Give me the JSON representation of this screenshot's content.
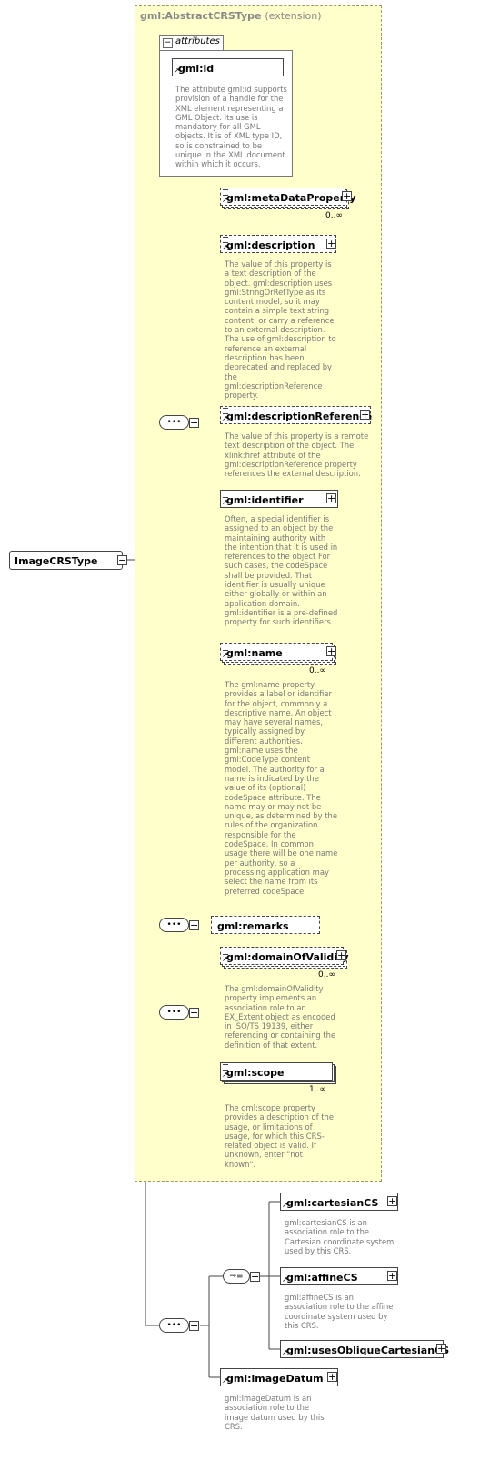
{
  "root": {
    "label": "ImageCRSType"
  },
  "extension": {
    "base": "gml:AbstractCRSType",
    "kind": "(extension)",
    "attributes_tab": "attributes",
    "attribute": {
      "name": "gml:id",
      "doc": "The attribute gml:id supports provision of a handle for the XML element representing a GML Object. Its use is mandatory for all GML objects. It is of XML type ID, so is constrained to be unique in the XML document within which it occurs."
    }
  },
  "elements": [
    {
      "id": "metaDataProperty",
      "label": "gml:metaDataProperty",
      "cardinality": "0..∞",
      "doc": ""
    },
    {
      "id": "description",
      "label": "gml:description",
      "cardinality": "",
      "doc": "The value of this property is a text description of the object. gml:description uses gml:StringOrRefType as its content model, so it may contain a simple text string content, or carry a reference to an external description. The use of gml:description to reference an external description has been deprecated and replaced by the gml:descriptionReference property."
    },
    {
      "id": "descriptionReference",
      "label": "gml:descriptionReference",
      "cardinality": "",
      "doc": "The value of this property is a remote text description of the object. The xlink:href attribute of the gml:descriptionReference property references the external description."
    },
    {
      "id": "identifier",
      "label": "gml:identifier",
      "cardinality": "",
      "doc": "Often, a special identifier is assigned to an object by the maintaining authority with the intention that it is used in references to the object For such cases, the codeSpace shall be provided. That identifier is usually unique either globally or within an application domain. gml:identifier is a pre-defined property for such identifiers."
    },
    {
      "id": "name",
      "label": "gml:name",
      "cardinality": "0..∞",
      "doc": "The gml:name property provides a label or identifier for the object, commonly a descriptive name. An object may have several names, typically assigned by different authorities. gml:name uses the gml:CodeType content model.  The authority for a name is indicated by the value of its (optional) codeSpace attribute.  The name may or may not be unique, as determined by the rules of the organization responsible for the codeSpace.  In common usage there will be one name per authority, so a processing application may select the name from its preferred codeSpace."
    },
    {
      "id": "remarks",
      "label": "gml:remarks",
      "cardinality": "",
      "doc": ""
    },
    {
      "id": "domainOfValidity",
      "label": "gml:domainOfValidity",
      "cardinality": "0..∞",
      "doc": "The gml:domainOfValidity property implements an association role to an EX_Extent object as encoded in ISO/TS 19139, either referencing or containing the definition of that extent."
    },
    {
      "id": "scope",
      "label": "gml:scope",
      "cardinality": "1..∞",
      "doc": "The gml:scope property provides a description of the usage, or limitations of usage, for which this CRS-related object is valid. If unknown, enter \"not known\"."
    },
    {
      "id": "cartesianCS",
      "label": "gml:cartesianCS",
      "cardinality": "",
      "doc": "gml:cartesianCS is an association role to the Cartesian coordinate system used by this CRS."
    },
    {
      "id": "affineCS",
      "label": "gml:affineCS",
      "cardinality": "",
      "doc": "gml:affineCS is an association role to the affine coordinate system used by this CRS."
    },
    {
      "id": "usesObliqueCartesianCS",
      "label": "gml:usesObliqueCartesianCS",
      "cardinality": "",
      "doc": ""
    },
    {
      "id": "imageDatum",
      "label": "gml:imageDatum",
      "cardinality": "",
      "doc": "gml:imageDatum is an association role to the image datum used by this CRS."
    }
  ],
  "compositors": {
    "sequence_symbol": "•••",
    "choice_symbol": "→≡"
  },
  "colors": {
    "extension_fill": "#ffffcc",
    "extension_border": "#9a9a6a",
    "doc_text": "#777777",
    "line": "#444444"
  }
}
